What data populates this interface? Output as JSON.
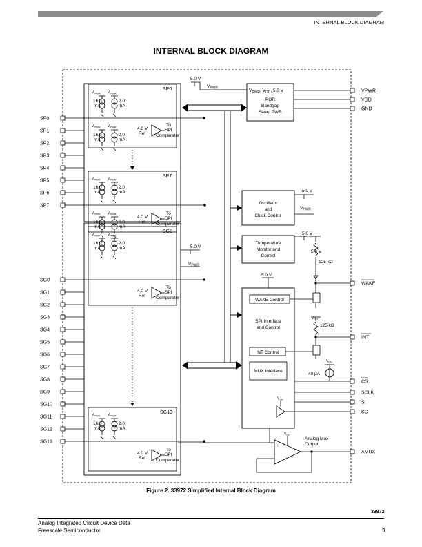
{
  "header": {
    "section_label": "INTERNAL BLOCK DIAGRAM"
  },
  "title": "INTERNAL BLOCK DIAGRAM",
  "caption": "Figure 2. 33972 Simplified Internal Block Diagram",
  "footer": {
    "part_number": "33972",
    "line1": "Analog Integrated Circuit Device Data",
    "line2": "Freescale Semiconductor",
    "page_number": "3"
  },
  "diagram": {
    "sp_pins": [
      "SP0",
      "SP1",
      "SP2",
      "SP3",
      "SP4",
      "SP5",
      "SP6",
      "SP7"
    ],
    "sg_pins": [
      "SG0",
      "SG1",
      "SG2",
      "SG3",
      "SG4",
      "SG5",
      "SG6",
      "SG7",
      "SG8",
      "SG9",
      "SG10",
      "SG11",
      "SG12",
      "SG13"
    ],
    "right_pins": [
      "VPWR",
      "VDD",
      "GND",
      "WAKE",
      "INT",
      "CS",
      "SCLK",
      "SI",
      "SO",
      "AMUX"
    ],
    "blocks": {
      "sp0": "SP0",
      "sp7": "SP7",
      "sg0": "SG0",
      "sg13": "SG13",
      "por_line1": "POR",
      "por_line2": "Bandgap",
      "por_line3": "Sleep PWR",
      "osc_line1": "Oscillator",
      "osc_line2": "and",
      "osc_line3": "Clock Control",
      "temp_line1": "Temperature",
      "temp_line2": "Monitor and",
      "temp_line3": "Control",
      "spi_line1": "SPI Interface",
      "spi_line2": "and Control",
      "wake_control": "WAKE Control",
      "int_control": "INT Control",
      "mux_interface": "MUX Interface",
      "amux_label1": "Analog Mux",
      "amux_label2": "Output"
    },
    "labels": {
      "five_v": "5.0 V",
      "vpwr_v": "V",
      "vpwr_sub": "PWR",
      "current_16": "16.0",
      "current_2": "2.0",
      "ma": "mA",
      "ref_v": "4.0 V",
      "ref": "Ref",
      "to": "To",
      "spi": "SPI",
      "comparator": "Comparator",
      "res_125k": "125 kΩ",
      "cur_40u": "40 μA",
      "vdd_v": "V",
      "vdd_sub": "DD",
      "por_supply": "V",
      "por_supply_sub1": "PWR",
      "por_supply_mid": ", V",
      "por_supply_sub2": "DD",
      "por_supply_end": ", 5.0 V"
    }
  }
}
